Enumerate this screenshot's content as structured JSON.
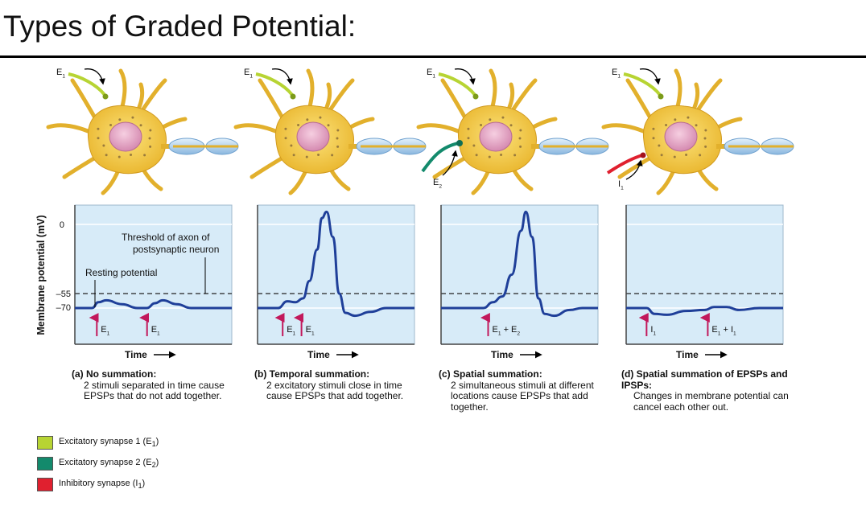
{
  "slide": {
    "title": "Types of Graded Potential:"
  },
  "graph": {
    "ylabel": "Membrane potential (mV)",
    "yticks": [
      "0",
      "–55",
      "–70"
    ],
    "xlabel": "Time"
  },
  "panels": [
    {
      "id": "a",
      "caption_head": "(a) No summation:",
      "caption_body": "2 stimuli separated in time cause EPSPs that do not add together.",
      "stimuli": [
        {
          "label": "E",
          "sub": "1",
          "suffix": "",
          "sub2": ""
        },
        {
          "label": "E",
          "sub": "1",
          "suffix": "",
          "sub2": ""
        }
      ],
      "annotations": {
        "threshold": "Threshold of axon of",
        "threshold2": "postsynaptic neuron",
        "resting": "Resting potential"
      },
      "synapse_labels": [
        {
          "label": "E",
          "sub": "1"
        }
      ]
    },
    {
      "id": "b",
      "caption_head": "(b) Temporal summation:",
      "caption_body": "2 excitatory stimuli close in time cause EPSPs that add together.",
      "stimuli": [
        {
          "label": "E",
          "sub": "1",
          "suffix": "",
          "sub2": ""
        },
        {
          "label": "E",
          "sub": "1",
          "suffix": "",
          "sub2": ""
        }
      ],
      "synapse_labels": [
        {
          "label": "E",
          "sub": "1"
        }
      ]
    },
    {
      "id": "c",
      "caption_head": "(c) Spatial summation:",
      "caption_body": "2 simultaneous stimuli at different locations cause EPSPs that add together.",
      "stimuli": [
        {
          "label": "E",
          "sub": "1",
          "suffix": " + E",
          "sub2": "2"
        }
      ],
      "synapse_labels": [
        {
          "label": "E",
          "sub": "1"
        },
        {
          "label": "E",
          "sub": "2"
        }
      ]
    },
    {
      "id": "d",
      "caption_head": "(d) Spatial summation of EPSPs and IPSPs:",
      "caption_body": "Changes in membrane potential can cancel each other out.",
      "stimuli": [
        {
          "label": "I",
          "sub": "1",
          "suffix": "",
          "sub2": ""
        },
        {
          "label": "E",
          "sub": "1",
          "suffix": " + I",
          "sub2": "1"
        }
      ],
      "synapse_labels": [
        {
          "label": "E",
          "sub": "1"
        },
        {
          "label": "I",
          "sub": "1"
        }
      ]
    }
  ],
  "legend": [
    {
      "label": "Excitatory synapse 1 (E",
      "sub": "1",
      "end": ")",
      "color": "#b7d433"
    },
    {
      "label": "Excitatory synapse 2 (E",
      "sub": "2",
      "end": ")",
      "color": "#138a6c"
    },
    {
      "label": "Inhibitory synapse (I",
      "sub": "1",
      "end": ")",
      "color": "#e0202f"
    }
  ],
  "colors": {
    "graph_bg": "#d7ebf8",
    "trace": "#1f3f99",
    "stim_arrow": "#c2185b",
    "cell_body": "#f2c94c",
    "nucleus": "#e8a7c6",
    "myelin": "#a9cdea"
  }
}
